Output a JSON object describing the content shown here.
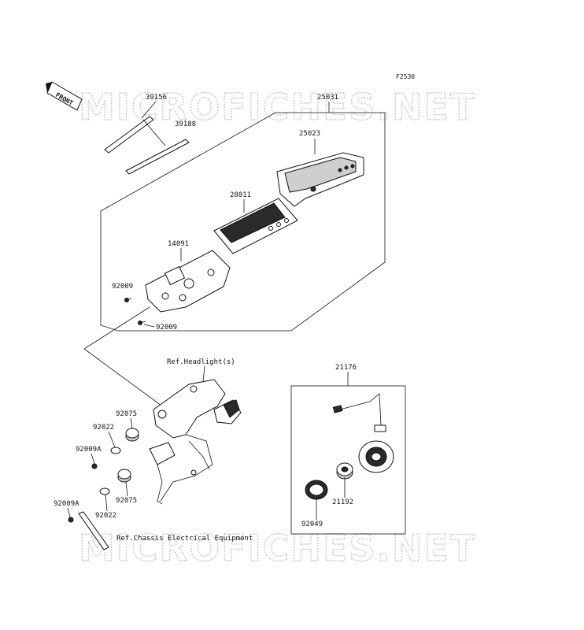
{
  "diagram_code": "F2530",
  "front_marker": "FRONT",
  "watermark": "MICROFICHES.NET",
  "parts": {
    "p39156": "39156",
    "p39188": "39188",
    "p25031": "25031",
    "p25023": "25023",
    "p28011": "28011",
    "p14091": "14091",
    "p92009_a": "92009",
    "p92009_b": "92009",
    "p21176": "21176",
    "p92075_a": "92075",
    "p92022_a": "92022",
    "p92009A_a": "92009A",
    "p92075_b": "92075",
    "p92022_b": "92022",
    "p92009A_b": "92009A",
    "p21192": "21192",
    "p92049": "92049"
  },
  "refs": {
    "headlight": "Ref.Headlight(s)",
    "chassis": "Ref.Chassis Electrical Equipment"
  }
}
